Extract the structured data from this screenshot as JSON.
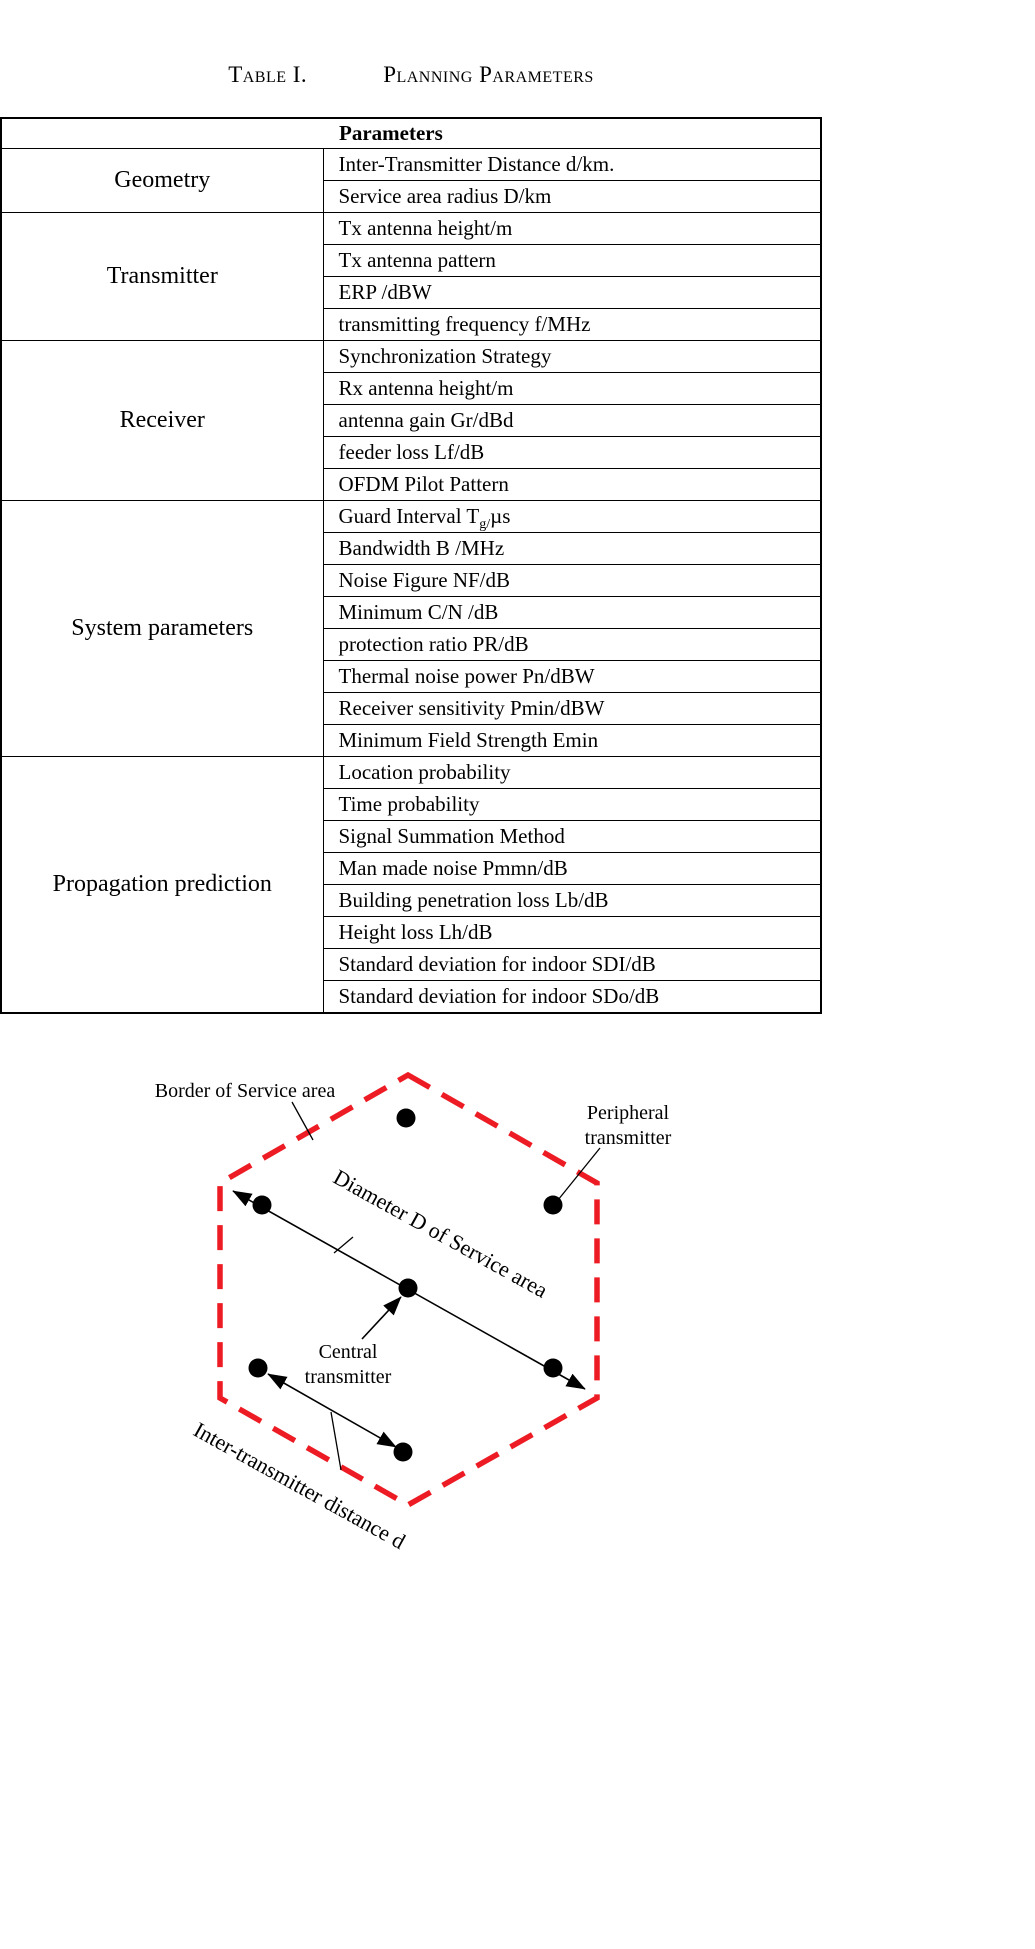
{
  "caption": {
    "label": "Table I.",
    "title": "Planning Parameters"
  },
  "table": {
    "header": "Parameters",
    "groups": [
      {
        "category": "Geometry",
        "rows": [
          "Inter-Transmitter Distance d/km.",
          "Service area radius D/km"
        ]
      },
      {
        "category": "Transmitter",
        "rows": [
          "Tx antenna height/m",
          "Tx antenna pattern",
          "ERP /dBW",
          "transmitting frequency f/MHz"
        ]
      },
      {
        "category": "Receiver",
        "rows": [
          "Synchronization Strategy",
          "Rx antenna height/m",
          "antenna gain Gr/dBd",
          "feeder loss Lf/dB",
          "OFDM Pilot Pattern"
        ]
      },
      {
        "category": "System parameters",
        "rows": [
          {
            "pre": "Guard Interval T",
            "sub": "g/",
            "post": "µs"
          },
          "Bandwidth B /MHz",
          "Noise Figure NF/dB",
          "Minimum C/N /dB",
          "protection ratio PR/dB",
          "Thermal noise power Pn/dBW",
          "Receiver sensitivity Pmin/dBW",
          "Minimum Field Strength Emin"
        ]
      },
      {
        "category": "Propagation prediction",
        "rows": [
          "Location probability",
          "Time probability",
          "Signal Summation Method",
          "Man made noise Pmmn/dB",
          "Building penetration loss Lb/dB",
          "Height loss Lh/dB",
          "Standard deviation for indoor SDI/dB",
          "Standard deviation for indoor SDo/dB"
        ]
      }
    ]
  },
  "figure": {
    "border_label": "Border of Service area",
    "peripheral_label_line1": "Peripheral",
    "peripheral_label_line2": "transmitter",
    "diameter_label": "Diameter D of Service area",
    "central_label_line1": "Central",
    "central_label_line2": "transmitter",
    "inter_label": "Inter-transmitter distance d",
    "colors": {
      "service_border": "#ed1c24",
      "ink": "#000000"
    }
  }
}
